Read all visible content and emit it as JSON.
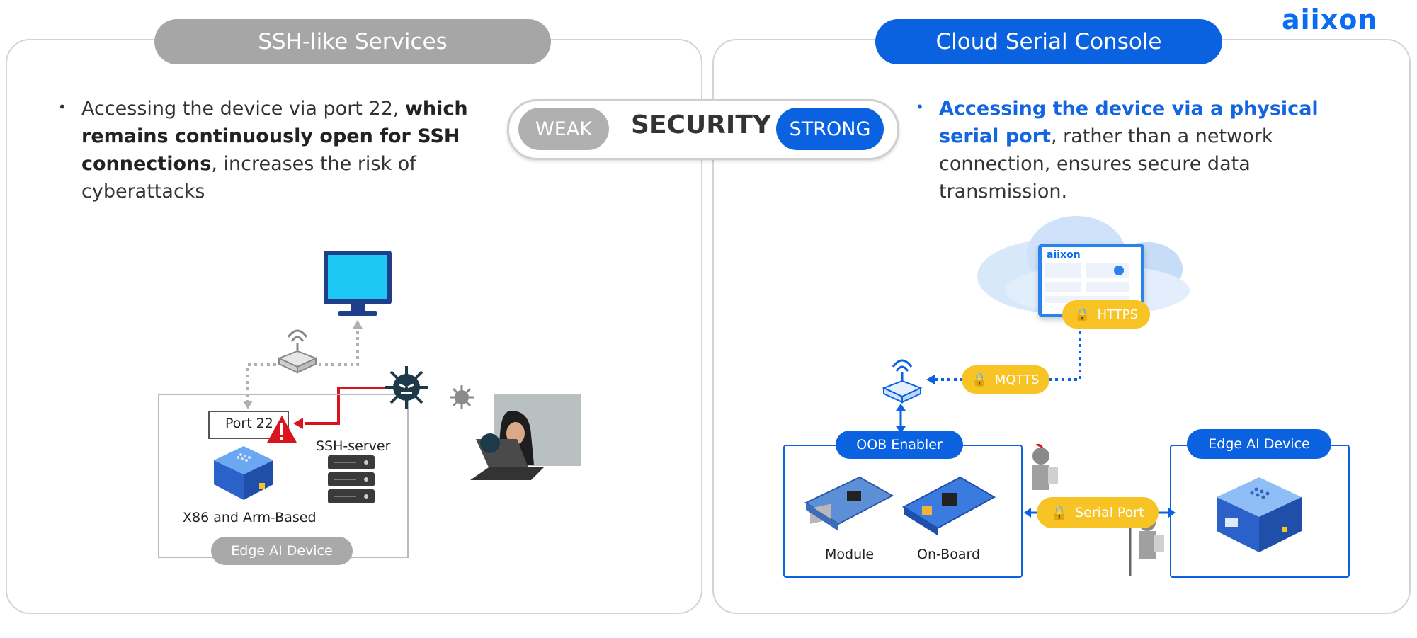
{
  "brand": {
    "logo_text": "aiixon",
    "color": "#0a6cf0"
  },
  "left": {
    "title": "SSH-like Services",
    "bullet": {
      "part1": "Accessing the device via port 22, ",
      "bold": "which remains continuously open for SSH connections",
      "part2": ", increases the risk of cyberattacks"
    },
    "diagram": {
      "port_label": "Port 22",
      "ssh_server_label": "SSH-server",
      "device_label": "X86 and Arm-Based",
      "group_label": "Edge AI Device"
    }
  },
  "security": {
    "weak": "WEAK",
    "title": "SECURITY",
    "strong": "STRONG"
  },
  "right": {
    "title": "Cloud Serial Console",
    "bullet": {
      "bold": "Accessing the device via a physical serial port",
      "rest": ", rather than a network connection, ensures secure data transmission."
    },
    "diagram": {
      "cloud_logo": "aiixon",
      "https": "HTTPS",
      "mqtts": "MQTTS",
      "oob_label": "OOB Enabler",
      "module_label": "Module",
      "onboard_label": "On-Board",
      "serial_port": "Serial Port",
      "edge_label": "Edge AI Device"
    }
  },
  "colors": {
    "blue": "#0a62e0",
    "gray": "#a6a6a6",
    "yellow": "#f7c325",
    "red": "#d8141c"
  }
}
